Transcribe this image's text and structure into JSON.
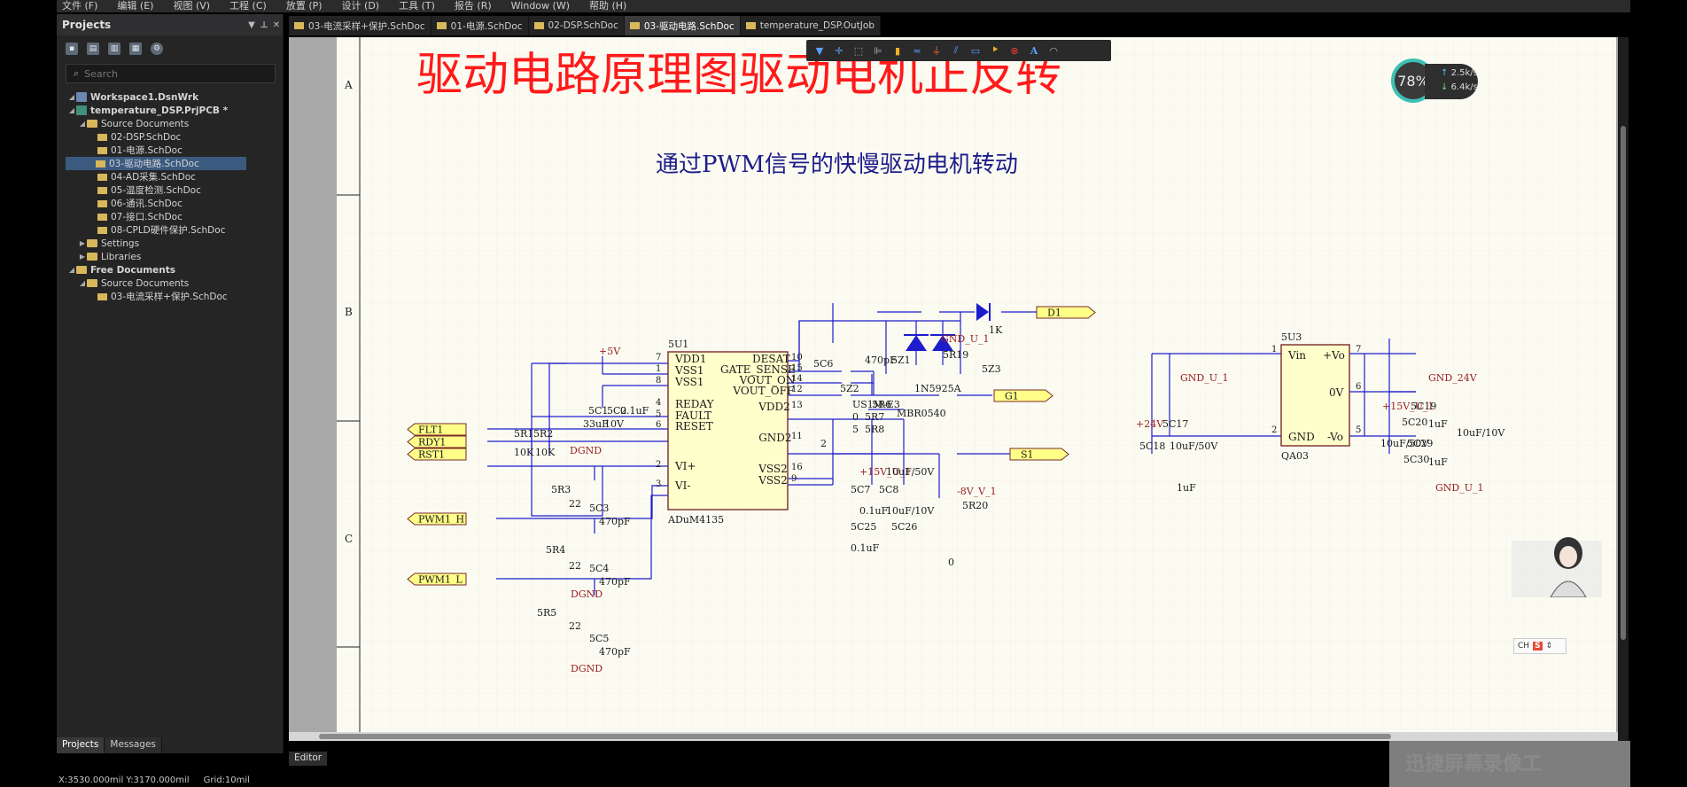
{
  "menu": [
    "文件 (F)",
    "编辑 (E)",
    "视图 (V)",
    "工程 (C)",
    "放置 (P)",
    "设计 (D)",
    "工具 (T)",
    "报告 (R)",
    "Window (W)",
    "帮助 (H)"
  ],
  "projects_panel": {
    "title": "Projects",
    "search_placeholder": "Search",
    "tree": [
      {
        "label": "Workspace1.DsnWrk",
        "type": "workspace",
        "level": 0
      },
      {
        "label": "temperature_DSP.PrjPCB *",
        "type": "project",
        "level": 0
      },
      {
        "label": "Source Documents",
        "type": "folder",
        "level": 1
      },
      {
        "label": "02-DSP.SchDoc",
        "type": "doc",
        "level": 2
      },
      {
        "label": "01-电源.SchDoc",
        "type": "doc",
        "level": 2
      },
      {
        "label": "03-驱动电路.SchDoc",
        "type": "doc",
        "level": 2,
        "selected": true
      },
      {
        "label": "04-AD采集.SchDoc",
        "type": "doc",
        "level": 2
      },
      {
        "label": "05-温度检测.SchDoc",
        "type": "doc",
        "level": 2
      },
      {
        "label": "06-通讯.SchDoc",
        "type": "doc",
        "level": 2
      },
      {
        "label": "07-接口.SchDoc",
        "type": "doc",
        "level": 2
      },
      {
        "label": "08-CPLD硬件保护.SchDoc",
        "type": "doc",
        "level": 2
      },
      {
        "label": "Settings",
        "type": "folder-collapsed",
        "level": 1
      },
      {
        "label": "Libraries",
        "type": "folder-collapsed",
        "level": 1
      },
      {
        "label": "Free Documents",
        "type": "folder",
        "level": 0
      },
      {
        "label": "Source Documents",
        "type": "folder",
        "level": 1
      },
      {
        "label": "03-电流采样+保护.SchDoc",
        "type": "doc",
        "level": 2
      }
    ],
    "bottom_tabs": [
      "Projects",
      "Messages"
    ]
  },
  "doc_tabs": [
    {
      "label": "03-电流采样+保护.SchDoc",
      "active": false
    },
    {
      "label": "01-电源.SchDoc",
      "active": false
    },
    {
      "label": "02-DSP.SchDoc",
      "active": false
    },
    {
      "label": "03-驱动电路.SchDoc",
      "active": true
    },
    {
      "label": "temperature_DSP.OutJob",
      "active": false
    }
  ],
  "editor_tab": "Editor",
  "status": {
    "coords": "X:3530.000mil Y:3170.000mil",
    "grid": "Grid:10mil"
  },
  "speed_widget": {
    "percent": "78%",
    "up": "2.5k/s",
    "down": "6.4k/s"
  },
  "watermark": "迅捷屏幕录像工",
  "ime": {
    "text": "CH",
    "logo": "S"
  },
  "schematic": {
    "title": "驱动电路原理图驱动电机正反转",
    "subtitle": "通过PWM信号的快慢驱动电机转动",
    "zones": [
      "A",
      "B",
      "C"
    ],
    "u1": {
      "ref": "5U1",
      "part": "ADuM4135",
      "left_pins": [
        "VDD1",
        "VSS1",
        "VSS1",
        "REDAY",
        "FAULT",
        "RESET",
        "VI+",
        "VI-"
      ],
      "right_pins": [
        "DESAT",
        "GATE_SENSE",
        "VOUT_ON",
        "VOUT_OFF",
        "VDD2",
        "GND2",
        "VSS2",
        "VSS2"
      ],
      "left_nums": [
        "7",
        "1",
        "8",
        "4",
        "5",
        "6",
        "2",
        "3"
      ],
      "right_nums": [
        "10",
        "15",
        "14",
        "12",
        "13",
        "11",
        "16",
        "9"
      ]
    },
    "u3": {
      "ref": "5U3",
      "part": "QA03",
      "pins": [
        "Vin",
        "+Vo",
        "0V",
        "GND",
        "-Vo"
      ],
      "nums": [
        "1",
        "7",
        "6",
        "2",
        "5"
      ]
    },
    "ports": [
      "FLT1",
      "RDY1",
      "RST1",
      "PWM1_H",
      "PWM1_L",
      "D1",
      "G1",
      "S1"
    ],
    "labels": [
      "+5V",
      "5C1",
      "5C2",
      "0.1uF",
      "33uF",
      "10V",
      "5R1",
      "5R2",
      "10K",
      "10K",
      "DGND",
      "5R3",
      "22",
      "5C3",
      "470pF",
      "5R4",
      "22",
      "5C4",
      "470pF",
      "5R5",
      "22",
      "5C5",
      "470pF",
      "DGND",
      "DGND",
      "5C6",
      "470pF",
      "5Z1",
      "5Z2",
      "1N5925A",
      "MBR0540",
      "GND_U_1",
      "5R19",
      "1K",
      "5Z3",
      "US1M-E3",
      "5R6",
      "0",
      "5R7",
      "5",
      "5R8",
      "2",
      "+15V_U_1",
      "5C7",
      "10uF/50V",
      "5C8",
      "0.1uF",
      "5C25",
      "10uF/10V",
      "5C26",
      "0.1uF",
      "-8V_V_1",
      "5R20",
      "0",
      "GND_U_1",
      "+24V",
      "5C17",
      "5C18",
      "10uF/50V",
      "1uF",
      "GND_24V",
      "+15V_U_1",
      "5C19",
      "5C20",
      "1uF",
      "10uF/50V",
      "5C29",
      "5C30",
      "1uF",
      "10uF/10V",
      "GND_U_1",
      "-8V_V_1"
    ]
  },
  "colors": {
    "title_red": "#ff1a1a",
    "wire_blue": "#1d1dcc",
    "port_fill": "#ffff88",
    "sheet_bg": "#fbfbf2",
    "net_red": "#9a2020"
  }
}
